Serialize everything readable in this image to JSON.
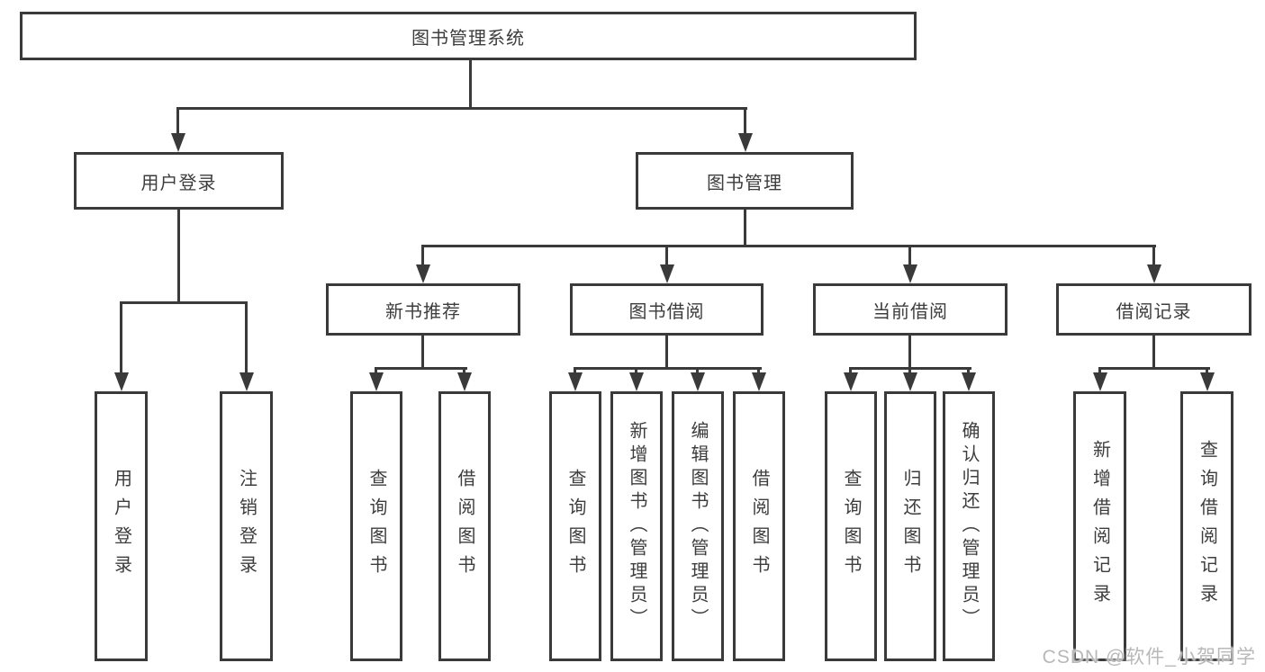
{
  "tree": {
    "label": "图书管理系统",
    "children": [
      {
        "label": "用户登录",
        "children": [
          {
            "label": "用户登录"
          },
          {
            "label": "注销登录"
          }
        ]
      },
      {
        "label": "图书管理",
        "children": [
          {
            "label": "新书推荐",
            "children": [
              {
                "label": "查询图书"
              },
              {
                "label": "借阅图书"
              }
            ]
          },
          {
            "label": "图书借阅",
            "children": [
              {
                "label": "查询图书"
              },
              {
                "label": "新增图书（管理员）"
              },
              {
                "label": "编辑图书（管理员）"
              },
              {
                "label": "借阅图书"
              }
            ]
          },
          {
            "label": "当前借阅",
            "children": [
              {
                "label": "查询图书"
              },
              {
                "label": "归还图书"
              },
              {
                "label": "确认归还（管理员）"
              }
            ]
          },
          {
            "label": "借阅记录",
            "children": [
              {
                "label": "新增借阅记录"
              },
              {
                "label": "查询借阅记录"
              }
            ]
          }
        ]
      }
    ]
  },
  "watermark": "CSDN @软件_小贺同学",
  "colors": {
    "line": "#3a3a3a",
    "text": "#3d3d3d",
    "watermark": "#b8b8b8",
    "background": "#ffffff"
  }
}
